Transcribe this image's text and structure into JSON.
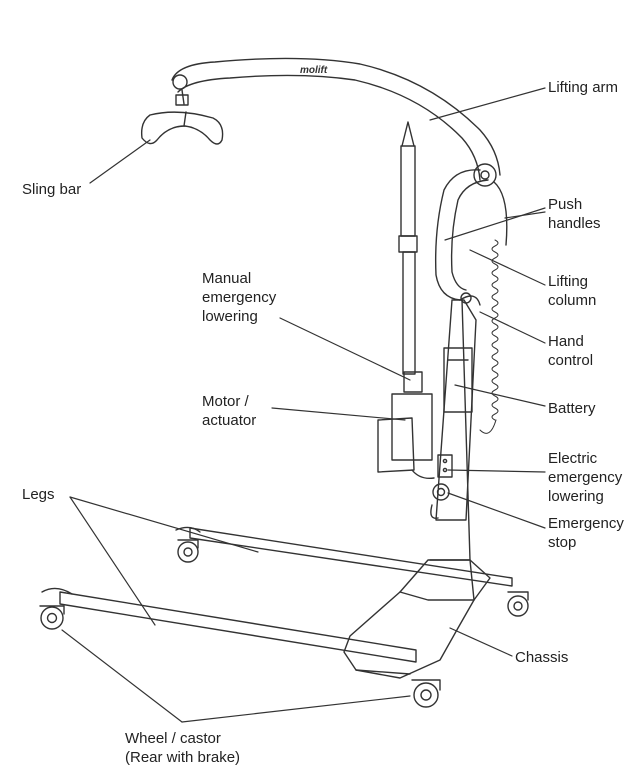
{
  "brand": "molift",
  "labels": {
    "lifting_arm": "Lifting arm",
    "sling_bar": "Sling bar",
    "push_handles": [
      "Push",
      "handles"
    ],
    "lifting_column": [
      "Lifting",
      "column"
    ],
    "manual_emergency_lowering": [
      "Manual",
      "emergency",
      "lowering"
    ],
    "hand_control": [
      "Hand",
      "control"
    ],
    "motor_actuator": [
      "Motor /",
      "actuator"
    ],
    "battery": "Battery",
    "electric_emergency_lowering": [
      "Electric",
      "emergency",
      "lowering"
    ],
    "legs": "Legs",
    "emergency_stop": [
      "Emergency",
      "stop"
    ],
    "chassis": "Chassis",
    "wheel_castor": [
      "Wheel / castor",
      "(Rear with brake)"
    ]
  }
}
